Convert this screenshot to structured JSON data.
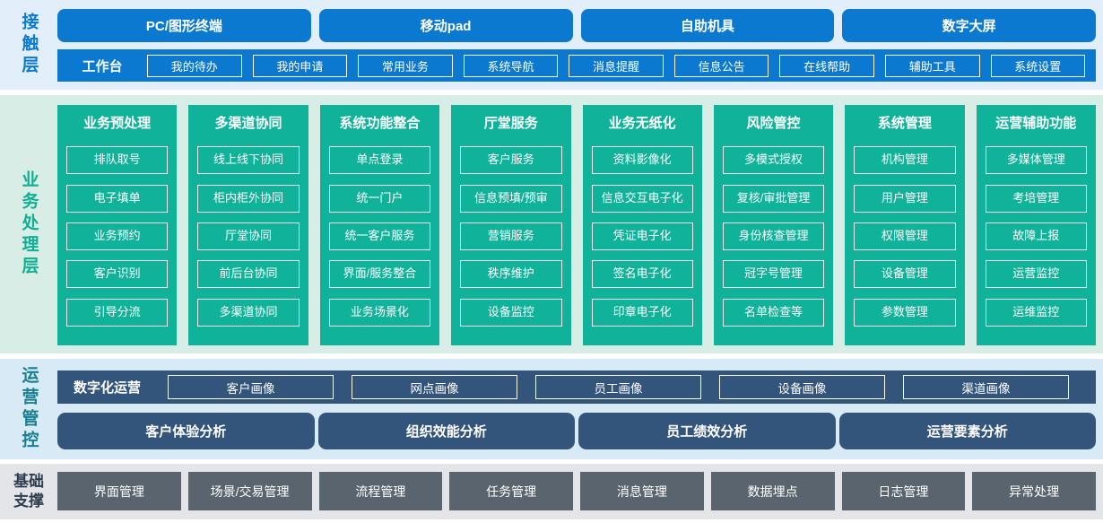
{
  "colors": {
    "blue": "#0b79d0",
    "green": "#10b299",
    "slate": "#34557b",
    "gray": "#5a646e",
    "teal_label": "#177f90",
    "green_label": "#0eaf93",
    "dark_label": "#2d3d4e",
    "bg_blue": "#e2effa",
    "bg_green": "#d9ede7",
    "bg_blue2": "#d8eaf6",
    "bg_gray": "#e3e5e8"
  },
  "contact": {
    "label": "接触层",
    "terminals": [
      "PC/图形终端",
      "移动pad",
      "自助机具",
      "数字大屏"
    ],
    "workbench": {
      "label": "工作台",
      "items": [
        "我的待办",
        "我的申请",
        "常用业务",
        "系统导航",
        "消息提醒",
        "信息公告",
        "在线帮助",
        "辅助工具",
        "系统设置"
      ]
    }
  },
  "business": {
    "label": "业务处理层",
    "columns": [
      {
        "title": "业务预处理",
        "items": [
          "排队取号",
          "电子填单",
          "业务预约",
          "客户识别",
          "引导分流"
        ]
      },
      {
        "title": "多渠道协同",
        "items": [
          "线上线下协同",
          "柜内柜外协同",
          "厅堂协同",
          "前后台协同",
          "多渠道协同"
        ]
      },
      {
        "title": "系统功能整合",
        "items": [
          "单点登录",
          "统一门户",
          "统一客户服务",
          "界面/服务整合",
          "业务场景化"
        ]
      },
      {
        "title": "厅堂服务",
        "items": [
          "客户服务",
          "信息预填/预审",
          "营销服务",
          "秩序维护",
          "设备监控"
        ]
      },
      {
        "title": "业务无纸化",
        "items": [
          "资料影像化",
          "信息交互电子化",
          "凭证电子化",
          "签名电子化",
          "印章电子化"
        ]
      },
      {
        "title": "风险管控",
        "items": [
          "多模式授权",
          "复核/审批管理",
          "身份核查管理",
          "冠字号管理",
          "名单检查等"
        ]
      },
      {
        "title": "系统管理",
        "items": [
          "机构管理",
          "用户管理",
          "权限管理",
          "设备管理",
          "参数管理"
        ]
      },
      {
        "title": "运营辅助功能",
        "items": [
          "多媒体管理",
          "考培管理",
          "故障上报",
          "运营监控",
          "运维监控"
        ]
      }
    ]
  },
  "operations": {
    "label": "运营管控",
    "digital": {
      "label": "数字化运营",
      "items": [
        "客户画像",
        "网点画像",
        "员工画像",
        "设备画像",
        "渠道画像"
      ]
    },
    "analysis": [
      "客户体验分析",
      "组织效能分析",
      "员工绩效分析",
      "运营要素分析"
    ]
  },
  "foundation": {
    "label": "基础支撑",
    "items": [
      "界面管理",
      "场景/交易管理",
      "流程管理",
      "任务管理",
      "消息管理",
      "数据埋点",
      "日志管理",
      "异常处理"
    ]
  }
}
